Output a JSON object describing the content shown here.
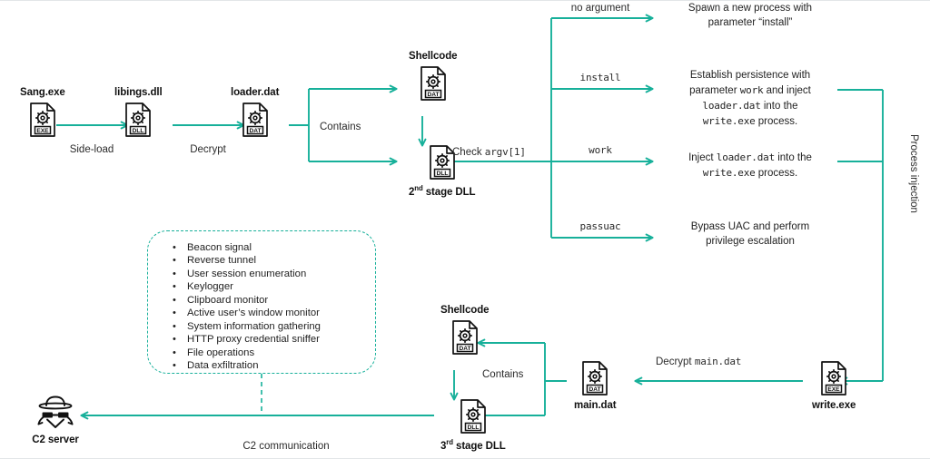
{
  "diagram": {
    "title": "Sang.exe loader infection chain",
    "accent": "#17b09a",
    "stroke": "#111111"
  },
  "nodes": {
    "sang_exe": {
      "caption": "Sang.exe",
      "type": "EXE",
      "icon": "file-exe-icon"
    },
    "libings_dll": {
      "caption": "libings.dll",
      "type": "DLL",
      "icon": "file-dll-icon"
    },
    "loader_dat": {
      "caption": "loader.dat",
      "type": "DAT",
      "icon": "file-dat-icon"
    },
    "shellcode_1": {
      "caption": "Shellcode",
      "type": "DAT",
      "icon": "file-dat-icon"
    },
    "stage2_dll": {
      "caption": "2nd stage DLL",
      "caption_num": "2",
      "caption_ord": "nd",
      "caption_rest": " stage DLL",
      "type": "DLL",
      "icon": "file-dll-icon"
    },
    "shellcode_2": {
      "caption": "Shellcode",
      "type": "DAT",
      "icon": "file-dat-icon"
    },
    "stage3_dll": {
      "caption": "3rd stage DLL",
      "caption_num": "3",
      "caption_ord": "rd",
      "caption_rest": " stage DLL",
      "type": "DLL",
      "icon": "file-dll-icon"
    },
    "main_dat": {
      "caption": "main.dat",
      "type": "DAT",
      "icon": "file-dat-icon"
    },
    "write_exe": {
      "caption": "write.exe",
      "type": "EXE",
      "icon": "file-exe-icon"
    },
    "c2_server": {
      "caption": "C2 server",
      "icon": "spy-hacker-icon"
    }
  },
  "edges": {
    "side_load": "Side-load",
    "decrypt": "Decrypt",
    "contains_top": "Contains",
    "contains_bot": "Contains",
    "check_argv_prefix": "Check ",
    "check_argv_code": "argv[1]",
    "decrypt_main_prefix": "Decrypt ",
    "decrypt_main_code": "main.dat",
    "process_injection": "Process injection",
    "c2_communication": "C2 communication"
  },
  "branches": [
    {
      "label": "no argument",
      "mono": false
    },
    {
      "label": "install",
      "mono": true
    },
    {
      "label": "work",
      "mono": true
    },
    {
      "label": "passuac",
      "mono": true
    }
  ],
  "outcomes": {
    "no_argument": {
      "line1_a": "Spawn a new process with",
      "line2_a": "parameter “install”"
    },
    "install": {
      "l1": "Establish persistence with",
      "l2_a": "parameter ",
      "l2_code": "work",
      "l2_b": " and inject",
      "l3_code": "loader.dat",
      "l3_b": " into the",
      "l4_code": "write.exe",
      "l4_b": " process."
    },
    "work": {
      "l1_a": "Inject ",
      "l1_code": "loader.dat",
      "l1_b": " into the",
      "l2_code": "write.exe",
      "l2_b": " process."
    },
    "passuac": {
      "l1": "Bypass UAC and perform",
      "l2": "privilege escalation"
    }
  },
  "capabilities": [
    "Beacon signal",
    "Reverse tunnel",
    "User session enumeration",
    "Keylogger",
    "Clipboard monitor",
    "Active user’s window monitor",
    "System information gathering",
    "HTTP proxy credential sniffer",
    "File operations",
    "Data exfiltration"
  ]
}
